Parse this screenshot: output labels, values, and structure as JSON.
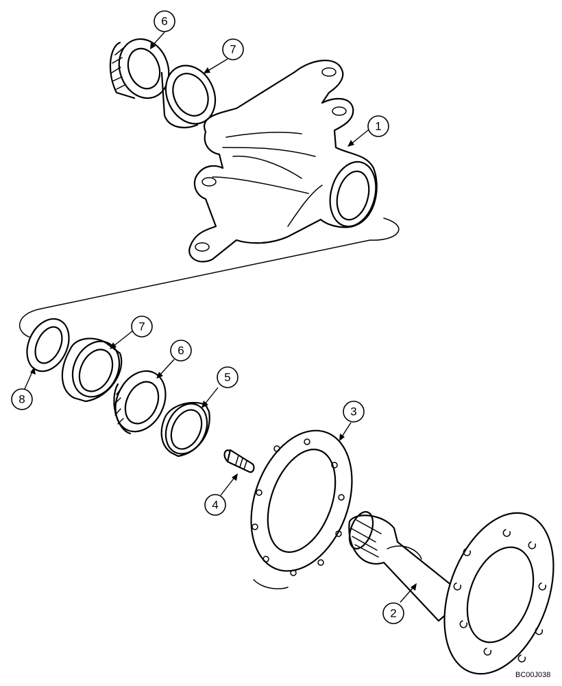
{
  "drawing_code": "BC00J038",
  "callouts": [
    {
      "id": "c6a",
      "label": "6"
    },
    {
      "id": "c7a",
      "label": "7"
    },
    {
      "id": "c1",
      "label": "1"
    },
    {
      "id": "c7b",
      "label": "7"
    },
    {
      "id": "c6b",
      "label": "6"
    },
    {
      "id": "c5",
      "label": "5"
    },
    {
      "id": "c8",
      "label": "8"
    },
    {
      "id": "c3",
      "label": "3"
    },
    {
      "id": "c4",
      "label": "4"
    },
    {
      "id": "c2",
      "label": "2"
    }
  ]
}
